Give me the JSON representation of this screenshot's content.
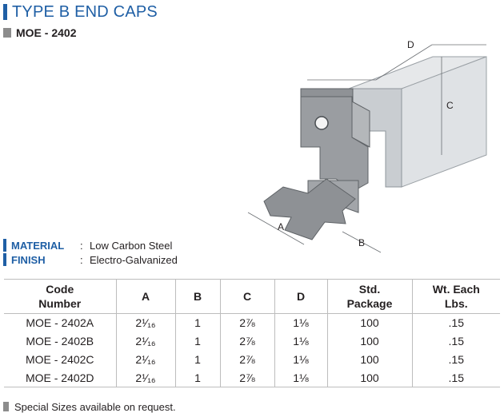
{
  "header": {
    "title": "TYPE B END CAPS",
    "subtitle": "MOE - 2402"
  },
  "diagram": {
    "labels": {
      "a": "A",
      "b": "B",
      "c": "C",
      "d": "D"
    }
  },
  "specs": [
    {
      "label": "MATERIAL",
      "separator": ":",
      "value": "Low Carbon Steel"
    },
    {
      "label": "FINISH",
      "separator": ":",
      "value": "Electro-Galvanized"
    }
  ],
  "table": {
    "headers": [
      "Code\nNumber",
      "A",
      "B",
      "C",
      "D",
      "Std.\nPackage",
      "Wt. Each\nLbs."
    ],
    "rows": [
      [
        "MOE - 2402A",
        "2¹⁄₁₆",
        "1",
        "2⅞",
        "1⅛",
        "100",
        ".15"
      ],
      [
        "MOE - 2402B",
        "2¹⁄₁₆",
        "1",
        "2⅞",
        "1⅛",
        "100",
        ".15"
      ],
      [
        "MOE - 2402C",
        "2¹⁄₁₆",
        "1",
        "2⅞",
        "1⅛",
        "100",
        ".15"
      ],
      [
        "MOE - 2402D",
        "2¹⁄₁₆",
        "1",
        "2⅞",
        "1⅛",
        "100",
        ".15"
      ]
    ]
  },
  "note": "Special Sizes available on request.",
  "colors": {
    "accent": "#1f5fa5",
    "marker_gray": "#8c8c8c"
  }
}
